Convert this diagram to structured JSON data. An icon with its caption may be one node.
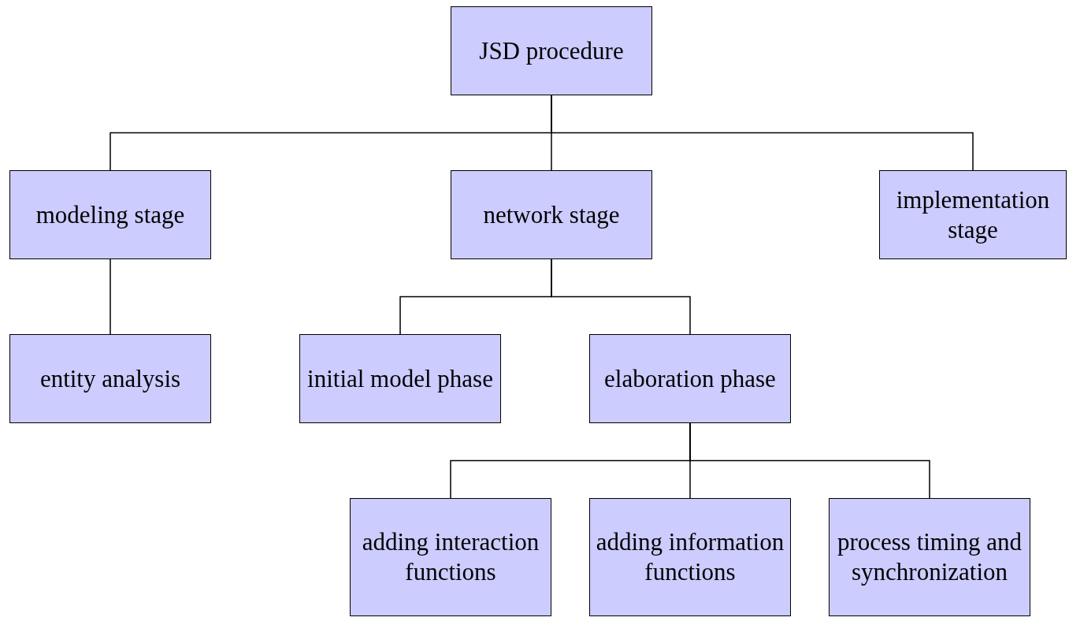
{
  "diagram": {
    "nodes": [
      {
        "text": [
          "JSD procedure"
        ]
      },
      {
        "text": [
          "modeling stage"
        ]
      },
      {
        "text": [
          "network stage"
        ]
      },
      {
        "text": [
          "implementation stage"
        ]
      },
      {
        "text": [
          "entity analysis"
        ]
      },
      {
        "text": [
          "initial model phase"
        ]
      },
      {
        "text": [
          "elaboration phase"
        ]
      },
      {
        "text": [
          "adding interaction functions"
        ]
      },
      {
        "text": [
          "adding information functions"
        ]
      },
      {
        "text": [
          "process timing and synchronization"
        ]
      }
    ],
    "edges": [
      {
        "from": 0,
        "to": 1,
        "arrow": "none"
      },
      {
        "from": 0,
        "to": 2,
        "arrow": "none"
      },
      {
        "from": 0,
        "to": 3,
        "arrow": "none"
      },
      {
        "from": 1,
        "to": 4,
        "arrow": "none"
      },
      {
        "from": 2,
        "to": 5,
        "arrow": "none"
      },
      {
        "from": 2,
        "to": 6,
        "arrow": "none"
      },
      {
        "from": 6,
        "to": 7,
        "arrow": "none"
      },
      {
        "from": 6,
        "to": 8,
        "arrow": "none"
      },
      {
        "from": 6,
        "to": 9,
        "arrow": "none"
      }
    ]
  }
}
